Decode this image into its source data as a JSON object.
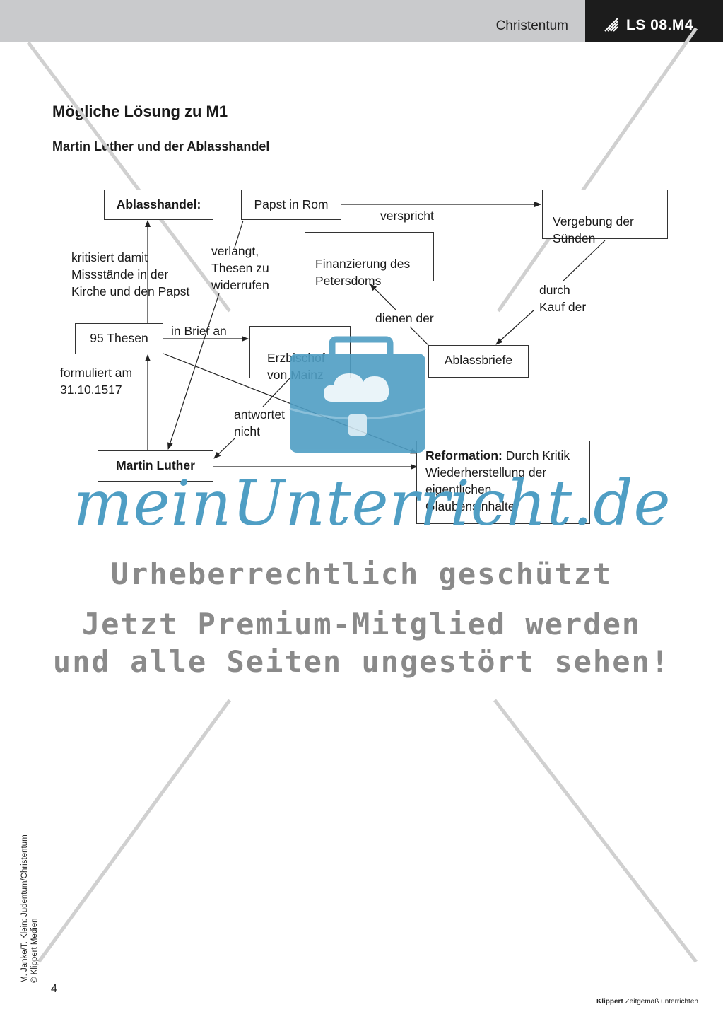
{
  "header": {
    "subject": "Christentum",
    "code": "LS 08.M4"
  },
  "page": {
    "title": "Mögliche Lösung zu M1",
    "subtitle": "Martin Luther und der Ablasshandel"
  },
  "diagram": {
    "nodes": {
      "ablasshandel": "Ablasshandel:",
      "papst": "Papst in Rom",
      "vergebung": "Vergebung der\nSünden",
      "finanzierung": "Finanzierung des\nPetersdoms",
      "thesen": "95 Thesen",
      "erzbischof": "Erzbischof\nvon Mainz",
      "ablassbriefe": "Ablassbriefe",
      "luther": "Martin Luther",
      "reformation_bold": "Reformation:",
      "reformation_text": " Durch Kritik\nWiederherstellung der\neigentlichen\nGlaubensinhalte"
    },
    "labels": {
      "verspricht": "verspricht",
      "kritisiert": "kritisiert damit\nMissstände in der\nKirche und den Papst",
      "verlangt": "verlangt,\nThesen zu\nwiderrufen",
      "durch_kauf": "durch\nKauf der",
      "dienen": "dienen der",
      "in_brief": "in Brief an",
      "formuliert": "formuliert am\n31.10.1517",
      "antwortet": "antwortet\nnicht"
    }
  },
  "watermark": {
    "logo": "meinUnterricht.de",
    "line1": "Urheberrechtlich geschützt",
    "line2": "Jetzt Premium-Mitglied werden",
    "line3": "und alle Seiten ungestört sehen!"
  },
  "footer": {
    "credit": "M. Janke/T. Klein: Judentum/Christentum\n© Klippert Medien",
    "page_number": "4",
    "brand": "Klippert",
    "tagline": "Zeitgemäß unterrichten"
  }
}
